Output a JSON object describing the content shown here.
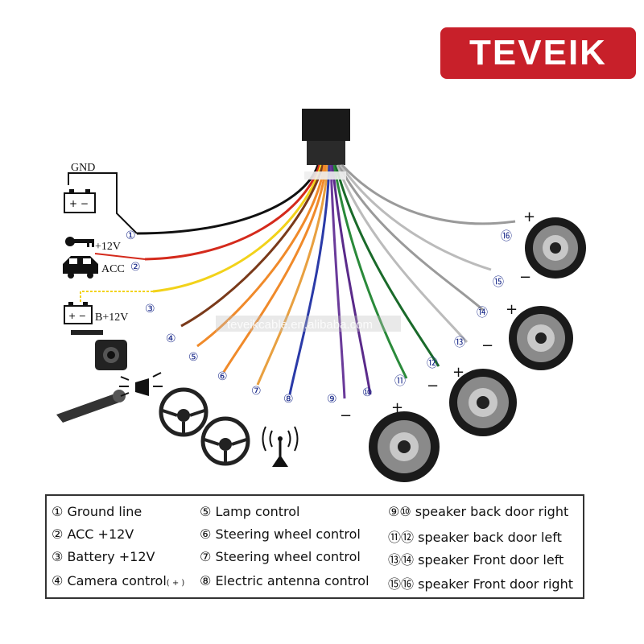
{
  "brand": "TEVEIK",
  "watermark": "teveikcable.en.alibaba.com",
  "labels": {
    "gnd": "GND",
    "plus12v": "+12V",
    "acc": "ACC",
    "b12v": "B+12V"
  },
  "wire_numbers": [
    "①",
    "②",
    "③",
    "④",
    "⑤",
    "⑥",
    "⑦",
    "⑧",
    "⑨",
    "⑩",
    "⑪",
    "⑫",
    "⑬",
    "⑭",
    "⑮",
    "⑯"
  ],
  "polarity": {
    "plus": "+",
    "minus": "−"
  },
  "legend": {
    "items": [
      {
        "num": "①",
        "text": "Ground line"
      },
      {
        "num": "②",
        "text": "ACC +12V"
      },
      {
        "num": "③",
        "text": "Battery +12V"
      },
      {
        "num": "④",
        "text": "Camera control",
        "note": "( + )"
      },
      {
        "num": "⑤",
        "text": "Lamp control"
      },
      {
        "num": "⑥",
        "text": "Steering wheel control"
      },
      {
        "num": "⑦",
        "text": "Steering wheel control"
      },
      {
        "num": "⑧",
        "text": "Electric antenna control"
      },
      {
        "num": "⑨⑩",
        "text": "speaker back door right"
      },
      {
        "num": "⑪⑫",
        "text": "speaker back door left"
      },
      {
        "num": "⑬⑭",
        "text": "speaker Front door left"
      },
      {
        "num": "⑮⑯",
        "text": "speaker Front door right"
      }
    ]
  },
  "colors": {
    "brand_bg": "#c8202a",
    "wire_black": "#111111",
    "wire_red": "#d42a1c",
    "wire_yellow": "#f2d21a",
    "wire_brown": "#7a3a1a",
    "wire_orange": "#f08a2a",
    "wire_blue": "#2a3aa8",
    "wire_purple": "#6a3a9a",
    "wire_green": "#2a8a3a",
    "wire_gray": "#9a9a9a"
  }
}
